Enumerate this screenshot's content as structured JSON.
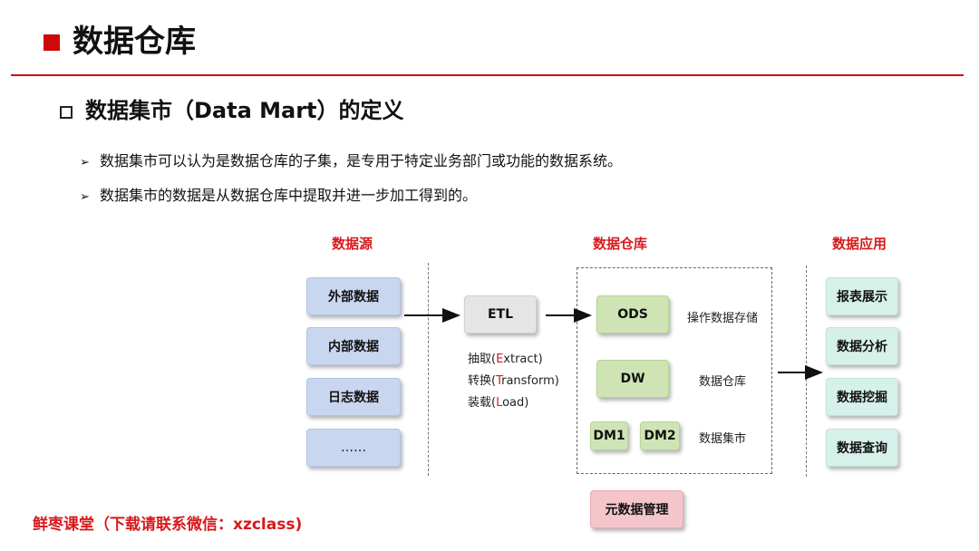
{
  "header": {
    "title": "数据仓库"
  },
  "section": {
    "subtitle": "数据集市（Data Mart）的定义"
  },
  "bullets": [
    "数据集市可以认为是数据仓库的子集，是专用于特定业务部门或功能的数据系统。",
    "数据集市的数据是从数据仓库中提取并进一步加工得到的。"
  ],
  "diagram": {
    "col_source": "数据源",
    "col_warehouse": "数据仓库",
    "col_app": "数据应用",
    "sources": [
      "外部数据",
      "内部数据",
      "日志数据",
      "……"
    ],
    "etl": {
      "label": "ETL",
      "steps": [
        {
          "pre": "抽取(",
          "first": "E",
          "rest": "xtract)"
        },
        {
          "pre": "转换(",
          "first": "T",
          "rest": "ransform)"
        },
        {
          "pre": "装载(",
          "first": "L",
          "rest": "oad)"
        }
      ]
    },
    "warehouse": {
      "ods": "ODS",
      "ods_desc": "操作数据存储",
      "dw": "DW",
      "dw_desc": "数据仓库",
      "dm1": "DM1",
      "dm2": "DM2",
      "dm_desc": "数据集市"
    },
    "apps": [
      "报表展示",
      "数据分析",
      "数据挖掘",
      "数据查询"
    ],
    "metadata": "元数据管理"
  },
  "colors": {
    "accent": "#cc0a0a",
    "source": "#c9d6f0",
    "etl": "#e5e5e5",
    "warehouse": "#cfe4b5",
    "app": "#d6f0ea",
    "meta": "#f4c6cb"
  },
  "footer": {
    "text": "鲜枣课堂（下载请联系微信：xzclass)"
  }
}
